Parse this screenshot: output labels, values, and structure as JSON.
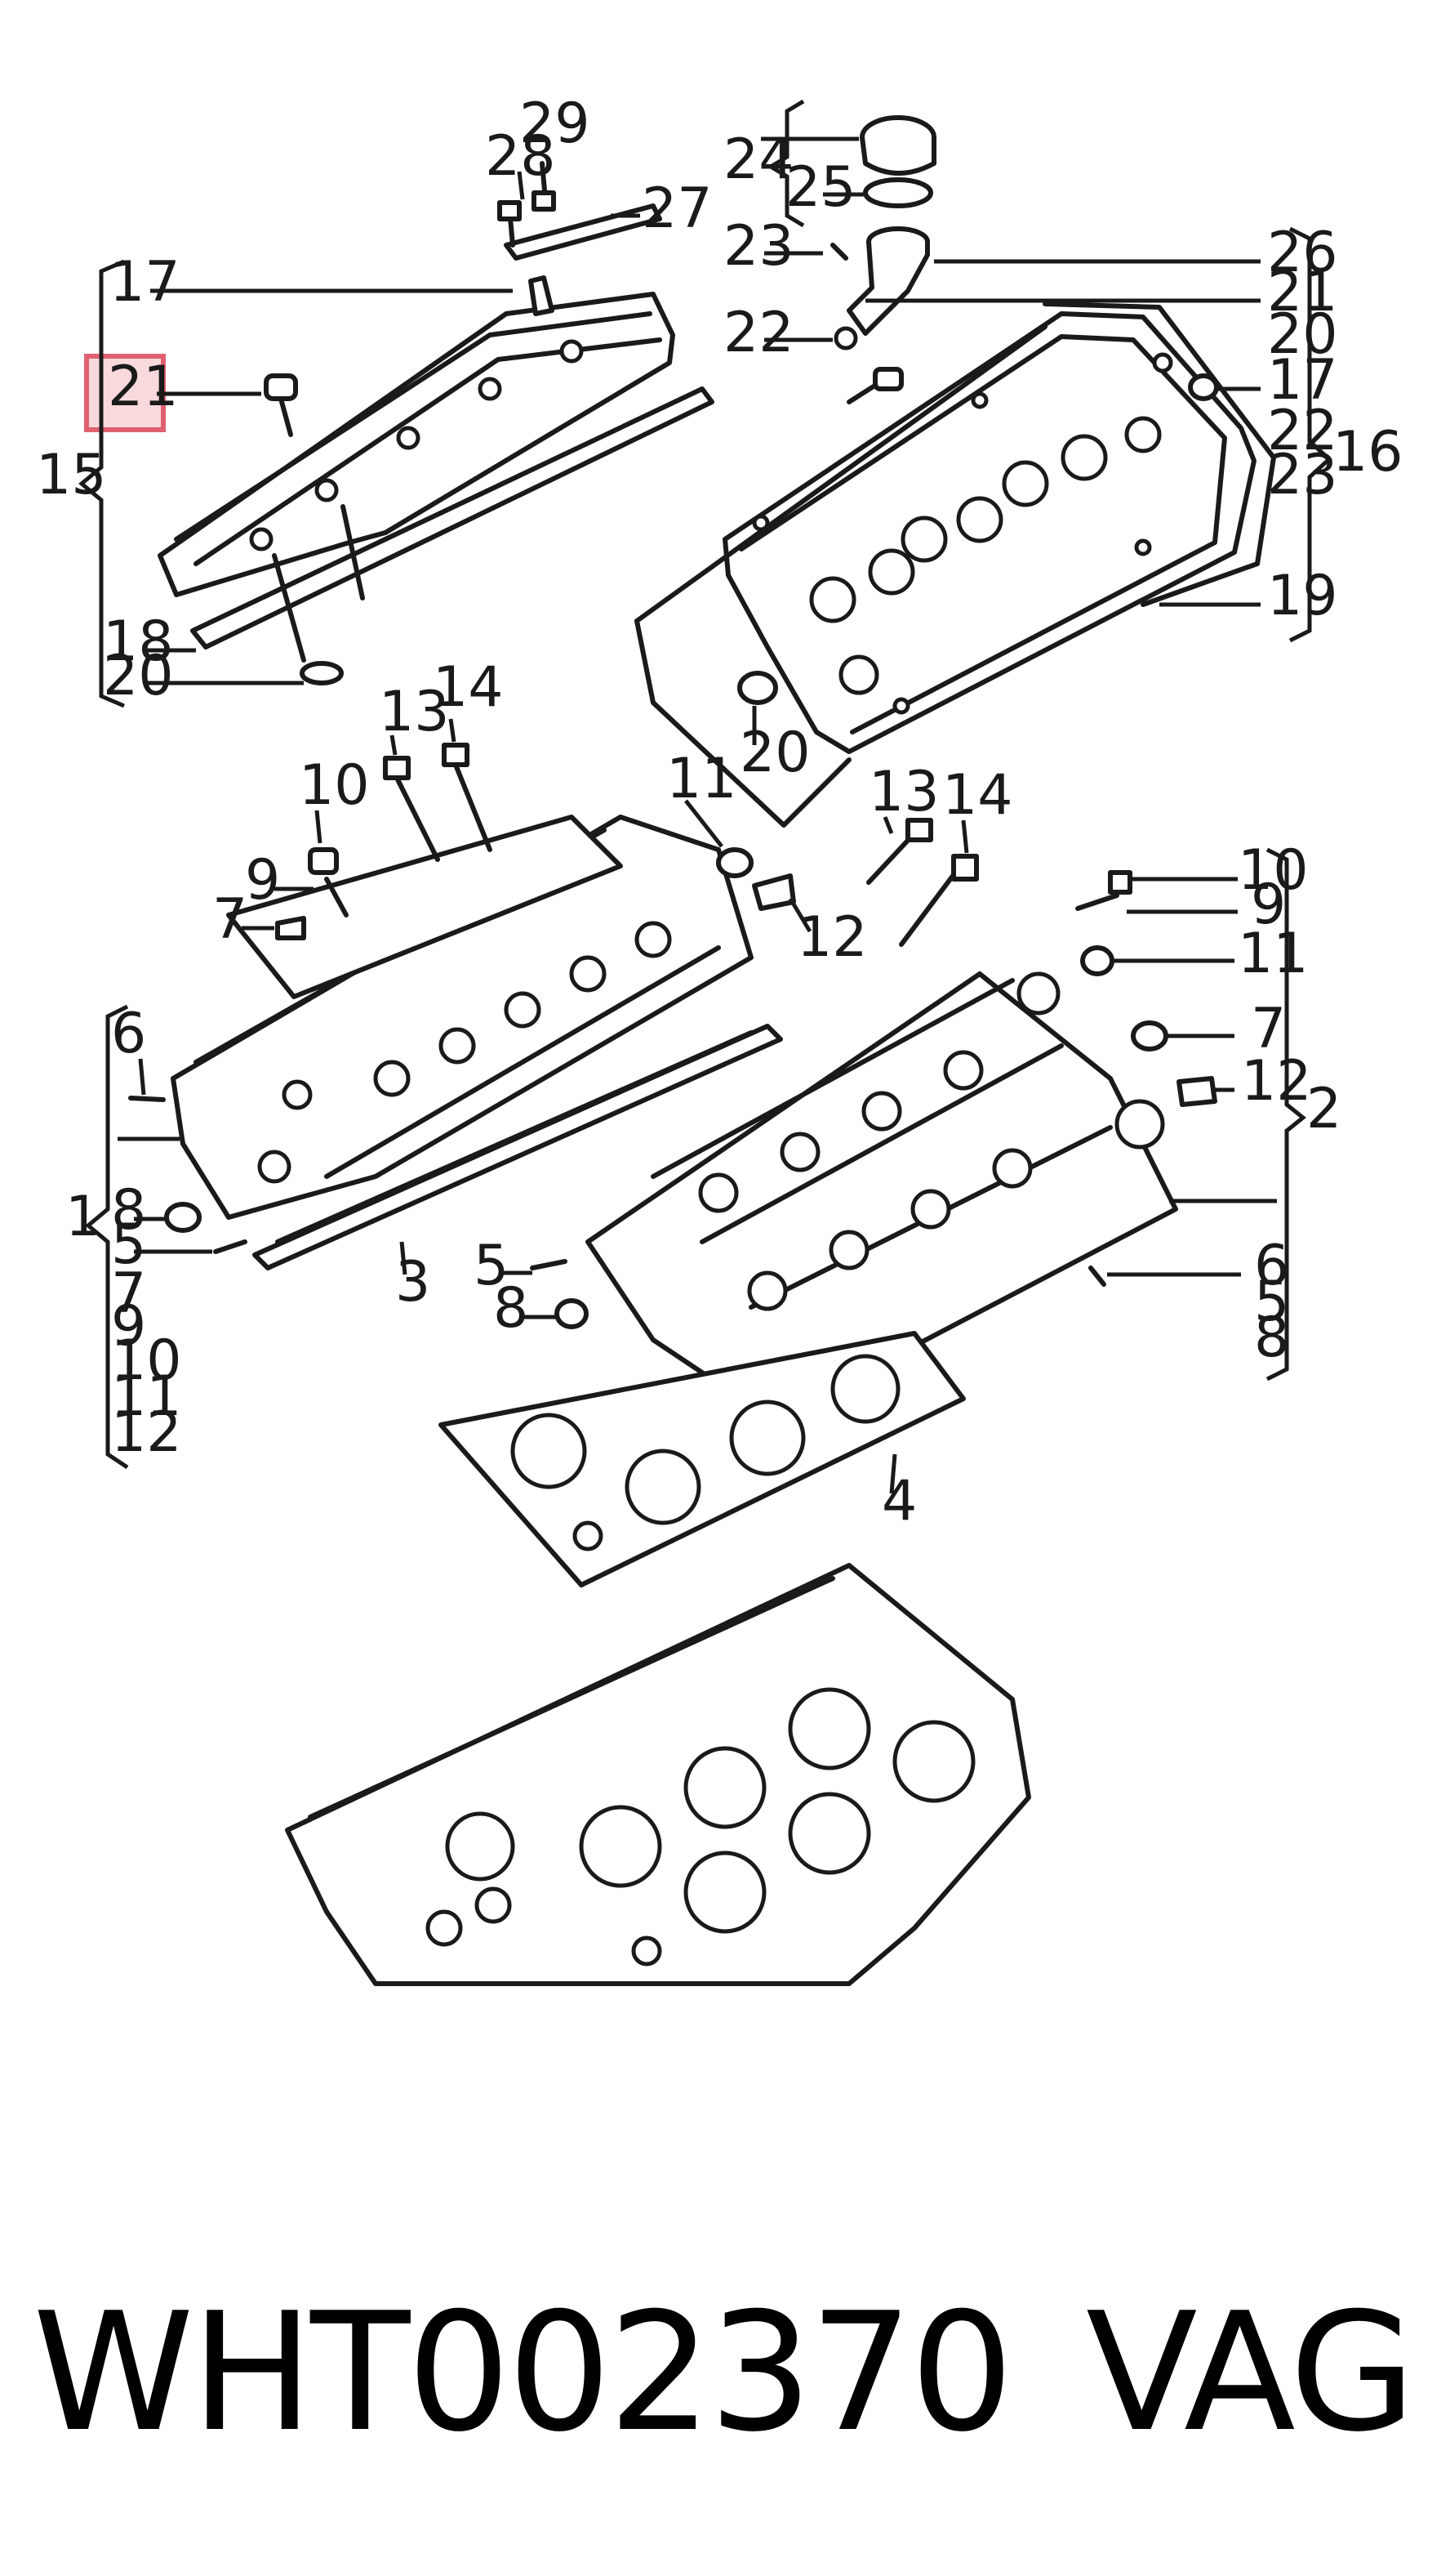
{
  "diagram": {
    "highlighted_callout": "21",
    "highlight_color": "#e06070",
    "callouts": {
      "c1": "1",
      "c2": "2",
      "c3": "3",
      "c4": "4",
      "c5a": "5",
      "c5b": "5",
      "c5c": "5",
      "c6a": "6",
      "c6b": "6",
      "c7a": "7",
      "c7b": "7",
      "c7c": "7",
      "c8a": "8",
      "c8b": "8",
      "c8c": "8",
      "c9a": "9",
      "c9b": "9",
      "c9c": "9",
      "c10a": "10",
      "c10b": "10",
      "c10c": "10",
      "c11a": "11",
      "c11b": "11",
      "c11c": "11",
      "c12a": "12",
      "c12b": "12",
      "c12c": "12",
      "c13a": "13",
      "c13b": "13",
      "c14a": "14",
      "c14b": "14",
      "c15": "15",
      "c16": "16",
      "c17a": "17",
      "c17b": "17",
      "c18": "18",
      "c19": "19",
      "c20a": "20",
      "c20b": "20",
      "c20c": "20",
      "c21a": "21",
      "c21b": "21",
      "c22a": "22",
      "c22b": "22",
      "c23a": "23",
      "c23b": "23",
      "c24": "24",
      "c25": "25",
      "c26": "26",
      "c27": "27",
      "c28": "28",
      "c29": "29"
    }
  },
  "footer": {
    "part_number": "WHT002370",
    "brand": "VAG"
  }
}
